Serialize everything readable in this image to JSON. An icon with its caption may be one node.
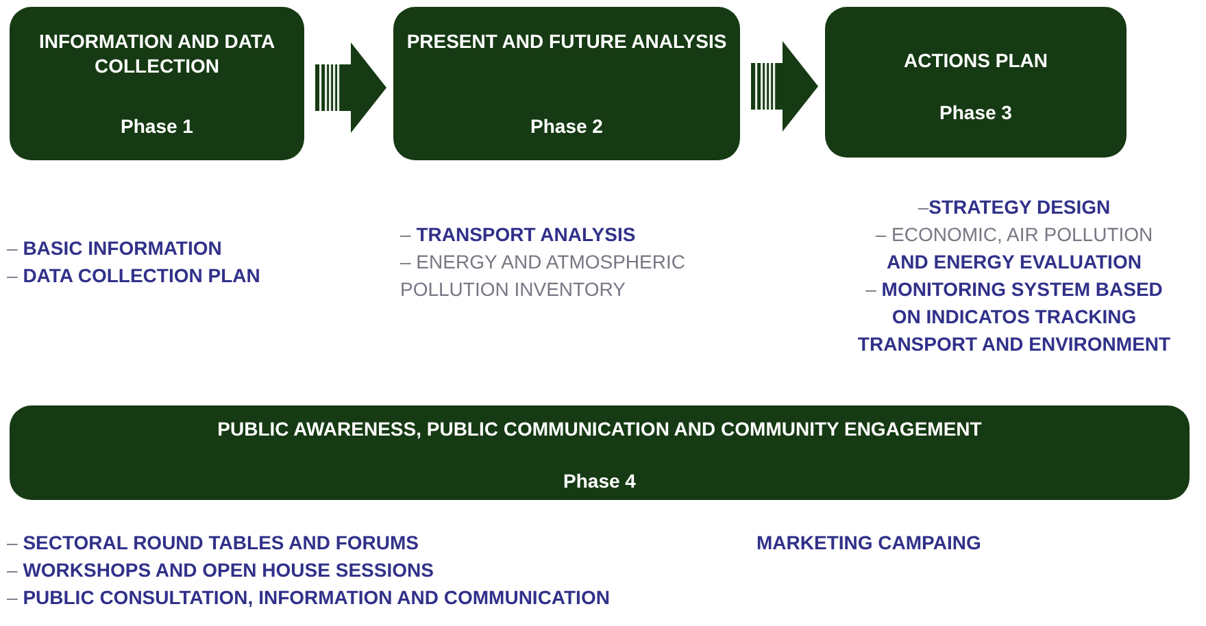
{
  "diagram": {
    "nodes": [
      {
        "text": [
          "INFORMATION AND DATA COLLECTION",
          "Phase 1"
        ]
      },
      {
        "text": [
          "PRESENT AND FUTURE ANALYSIS",
          "Phase 2"
        ]
      },
      {
        "text": [
          "ACTIONS PLAN",
          "Phase 3"
        ]
      },
      {
        "text": [
          "PUBLIC AWARENESS,  PUBLIC COMMUNICATION AND COMMUNITY ENGAGEMENT",
          "Phase 4"
        ]
      }
    ],
    "edges": [
      {
        "from": 0,
        "to": 1,
        "arrow": "to"
      },
      {
        "from": 1,
        "to": 2,
        "arrow": "to"
      }
    ],
    "labels": [
      "– **BASIC INFORMATION**",
      "– **DATA COLLECTION PLAN**",
      "– **TRANSPORT ANALYSIS**",
      "– ENERGY AND ATMOSPHERIC",
      "POLLUTION INVENTORY",
      "–**STRATEGY DESIGN**",
      "– ECONOMIC, AIR POLLUTION",
      "AND ENERGY EVALUATION",
      "– **MONITORING SYSTEM BASED**",
      "ON INDICATOS TRACKING",
      "TRANSPORT AND ENVIRONMENT",
      "– **SECTORAL ROUND TABLES AND FORUMS**",
      "– **WORKSHOPS AND OPEN HOUSE SESSIONS**",
      "– **PUBLIC CONSULTATION, INFORMATION AND COMMUNICATION**",
      "MARKETING CAMPAING"
    ]
  }
}
